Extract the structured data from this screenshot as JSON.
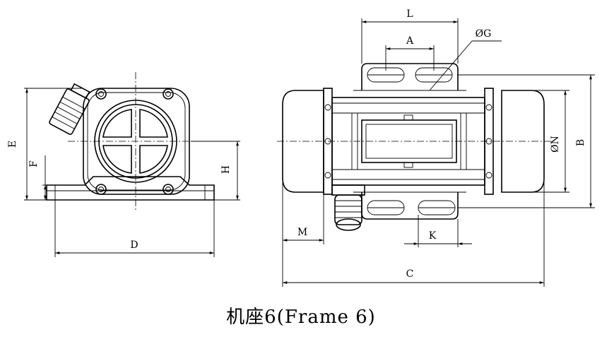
{
  "caption": "机座6(Frame 6)",
  "dimensions": {
    "L": "L",
    "A": "A",
    "G": "ØG",
    "E": "E",
    "F": "F",
    "H": "H",
    "D": "D",
    "N": "ØN",
    "B": "B",
    "M": "M",
    "K": "K",
    "C": "C"
  }
}
